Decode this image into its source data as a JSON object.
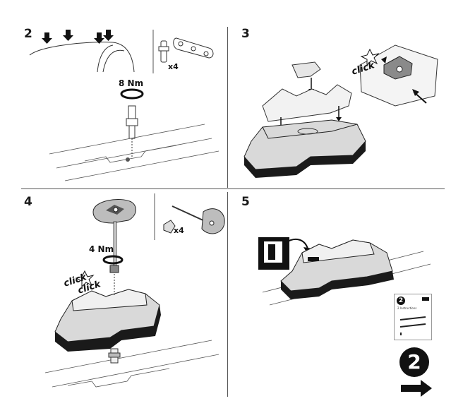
{
  "steps": {
    "s2": {
      "number": "2",
      "torque": "8 Nm",
      "qty": "x4"
    },
    "s3": {
      "number": "3",
      "click": "click"
    },
    "s4": {
      "number": "4",
      "torque": "4 Nm",
      "qty": "x4",
      "click1": "click",
      "click2": "click"
    },
    "s5": {
      "number": "5",
      "booklet_number": "2",
      "booklet_text": "2 Instructions",
      "next_number": "2"
    }
  },
  "colors": {
    "ink": "#111111",
    "line": "#555555"
  }
}
